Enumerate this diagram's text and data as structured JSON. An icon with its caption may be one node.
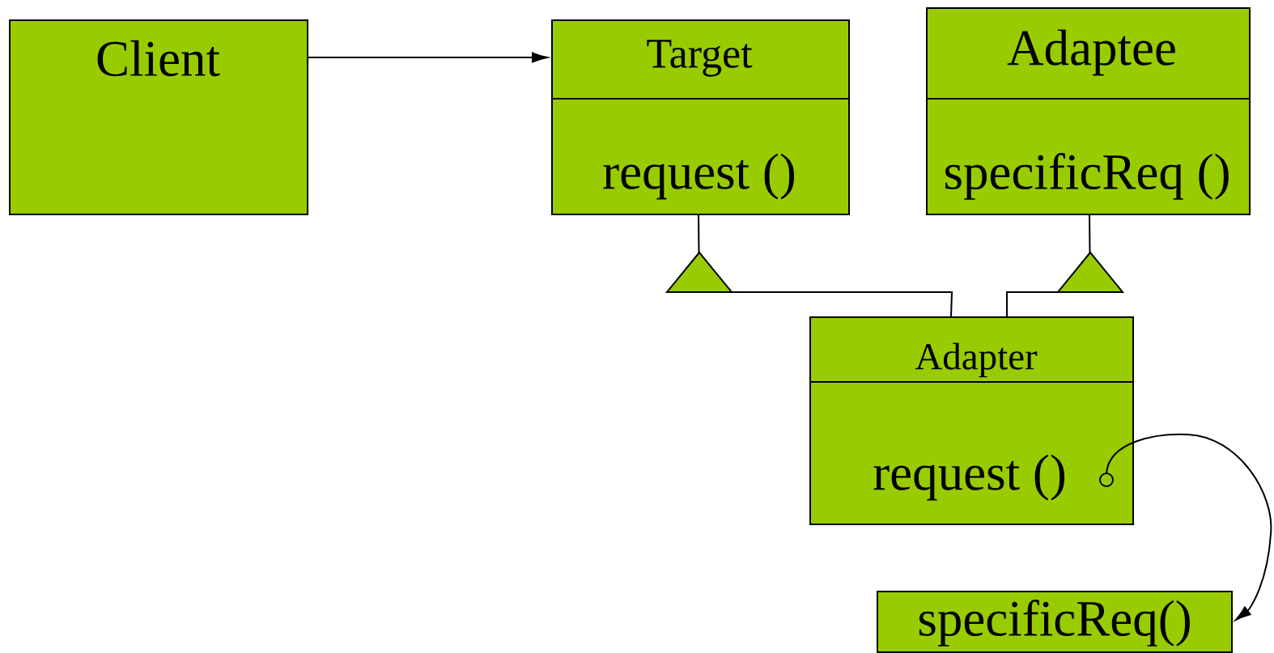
{
  "diagram": {
    "nodes": [
      {
        "text": [
          "Client"
        ]
      },
      {
        "text": [
          "Target",
          "request ()"
        ]
      },
      {
        "text": [
          "Adaptee",
          "specificReq ()"
        ]
      },
      {
        "text": [
          "Adapter",
          "request ()"
        ]
      },
      {
        "text": [
          "specificReq()"
        ]
      }
    ],
    "edges": [
      {
        "from": 0,
        "to": 1,
        "arrow": "to"
      },
      {
        "from": 3,
        "to": 1,
        "arrow": "to"
      },
      {
        "from": 3,
        "to": 2,
        "arrow": "to"
      },
      {
        "from": 3,
        "to": 4,
        "arrow": "to"
      }
    ]
  }
}
